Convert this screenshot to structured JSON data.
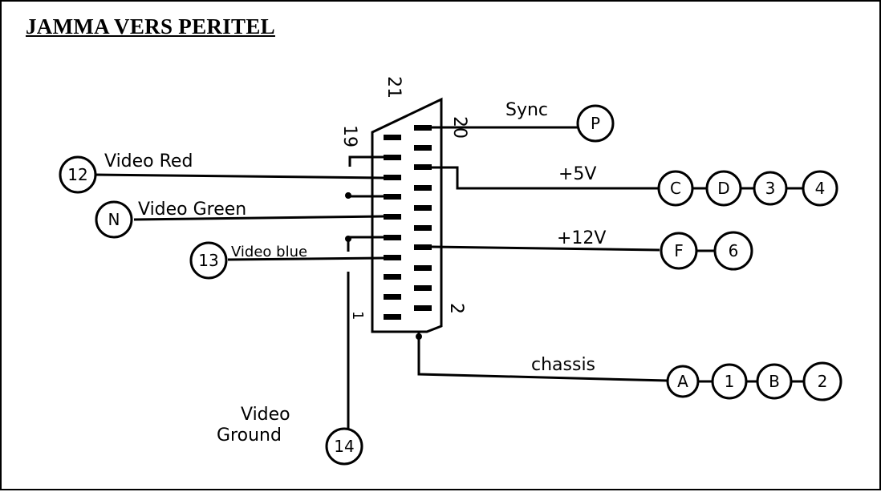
{
  "title": "JAMMA VERS PERITEL",
  "connector": {
    "pin_21": "21",
    "pin_20": "20",
    "pin_19": "19",
    "pin_2": "2",
    "pin_1": "1"
  },
  "signals": {
    "video_red": "Video Red",
    "video_green": "Video Green",
    "video_blue": "Video blue",
    "video_ground_line1": "Video",
    "video_ground_line2": "Ground",
    "sync": "Sync",
    "plus5v": "+5V",
    "plus12v": "+12V",
    "chassis": "chassis"
  },
  "jamma_pins": {
    "red": "12",
    "green": "N",
    "blue": "13",
    "ground": "14",
    "sync": "P",
    "v5": [
      "C",
      "D",
      "3",
      "4"
    ],
    "v12": [
      "F",
      "6"
    ],
    "chassis": [
      "A",
      "1",
      "B",
      "2"
    ]
  }
}
